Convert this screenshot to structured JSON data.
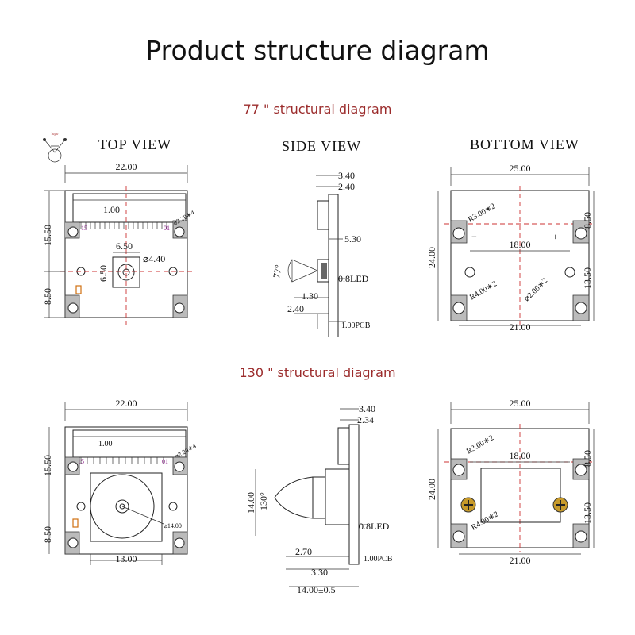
{
  "title": "Product structure diagram",
  "sections": [
    {
      "subtitle": "77 \" structural diagram",
      "views": {
        "top": "TOP VIEW",
        "side": "SIDE VIEW",
        "bottom": "BOTTOM VIEW"
      },
      "top_dims": {
        "width": "22.00",
        "pitch": "1.00",
        "height": "15.50",
        "lower": "8.50",
        "mount": "⌀2.20∗4",
        "lens_w": "6.50",
        "lens_h": "6.50",
        "lens_d": "⌀4.40",
        "pin_left": "15",
        "pin_right": "01"
      },
      "side_dims": {
        "d1": "3.40",
        "d2": "2.40",
        "d3": "5.30",
        "angle": "77°",
        "led": "0.8LED",
        "d4": "1.30",
        "d5": "2.40",
        "pcb": "1.00PCB"
      },
      "bottom_dims": {
        "width": "25.00",
        "height": "24.00",
        "r1": "R3.00∗2",
        "r2": "R4.00∗2",
        "hole": "⌀2.00∗2",
        "pitch": "18.00",
        "right1": "8.50",
        "right2": "13.50",
        "bottom": "21.00",
        "minus": "−",
        "plus": "+"
      }
    },
    {
      "subtitle": "130 \" structural diagram",
      "top_dims": {
        "width": "22.00",
        "pitch": "1.00",
        "height": "15.50",
        "lower": "8.50",
        "mount": "⌀2.20∗4",
        "lens_d": "⌀14.00",
        "lens_w": "13.00",
        "pin_left": "15",
        "pin_right": "01"
      },
      "side_dims": {
        "d1": "3.40",
        "d2": "2.34",
        "angle": "130°",
        "height": "14.00",
        "led": "0.8LED",
        "d3": "2.70",
        "pcb": "1.00PCB",
        "d4": "3.30",
        "total": "14.00±0.5"
      },
      "bottom_dims": {
        "width": "25.00",
        "height": "24.00",
        "r1": "R3.00∗2",
        "r2": "R4.00∗2",
        "pitch": "18.00",
        "right1": "8.50",
        "right2": "13.50",
        "bottom": "21.00"
      }
    }
  ]
}
